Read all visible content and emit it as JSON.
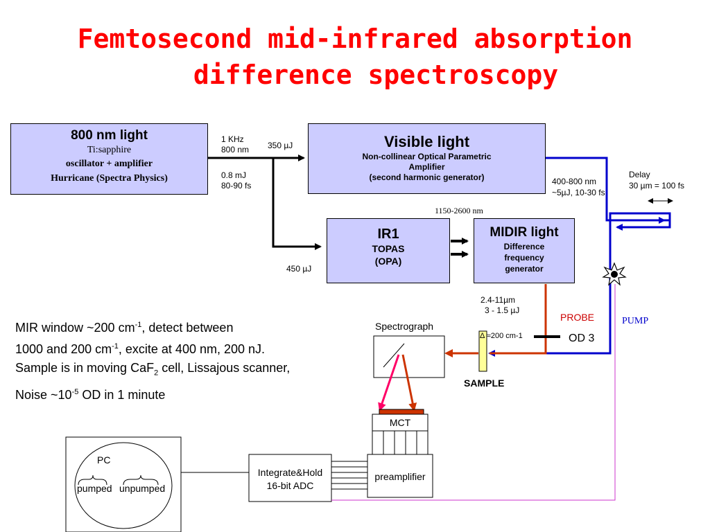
{
  "title": {
    "line1": "Femtosecond mid-infrared absorption",
    "line2": "difference spectroscopy"
  },
  "box800": {
    "head": "800 nm light",
    "l1": "Ti:sapphire",
    "l2": "oscillator + amplifier",
    "l3": "Hurricane (Spectra Physics)"
  },
  "laser_params": {
    "rate": "1 KHz",
    "wl": "800 nm",
    "energy": "0.8 mJ",
    "pulse": "80-90 fs"
  },
  "vis_energy": "350 µJ",
  "visible": {
    "head": "Visible light",
    "l1": "Non-collinear Optical Parametric",
    "l2": "Amplifier",
    "l3": "(second harmonic generator)"
  },
  "vis_out": {
    "l1": "400-800 nm",
    "l2": "~5µJ, 10-30 fs"
  },
  "delay": {
    "l1": "Delay",
    "l2": "30 µm = 100 fs"
  },
  "ir_range": "1150-2600 nm",
  "ir1": {
    "head": "IR1",
    "l1": "TOPAS",
    "l2": "(OPA)"
  },
  "ir_energy": "450 µJ",
  "midir": {
    "head": "MIDIR light",
    "l1": "Difference",
    "l2": "frequency",
    "l3": "generator"
  },
  "mid_out": {
    "l1": "2.4-11µm",
    "l2": "3  - 1.5 µJ"
  },
  "probe": "PROBE",
  "pump": "PUMP",
  "od": "OD 3",
  "delta": "Δ ≈200 cm-1",
  "spectrograph": "Spectrograph",
  "sample": "SAMPLE",
  "mct": "MCT",
  "preamp": "preamplifier",
  "adc": {
    "l1": "Integrate&Hold",
    "l2": "16-bit ADC"
  },
  "pc": {
    "label": "PC",
    "pumped": "pumped",
    "unpumped": "unpumped"
  },
  "mir_text": {
    "l1a": "MIR window ~200 cm",
    "l1sup": "-1",
    "l1b": ", detect between",
    "l2a": "1000 and 200 cm",
    "l2sup": "-1",
    "l2b": ", excite at 400 nm, 200 nJ.",
    "l3a": "Sample is in moving CaF",
    "l3sub": "2",
    "l3b": " cell, Lissajous scanner,",
    "l4a": "Noise ~10",
    "l4sup": "-5",
    "l4b": " OD in 1 minute"
  },
  "colors": {
    "title": "#ff0000",
    "box": "#ccccff",
    "pump_beam": "#0000cc",
    "probe_beam": "#cc3300",
    "signal": "#ff0066",
    "pump_line": "#cc33cc",
    "probe_label": "#cc0000",
    "pump_label": "#0000cc"
  }
}
